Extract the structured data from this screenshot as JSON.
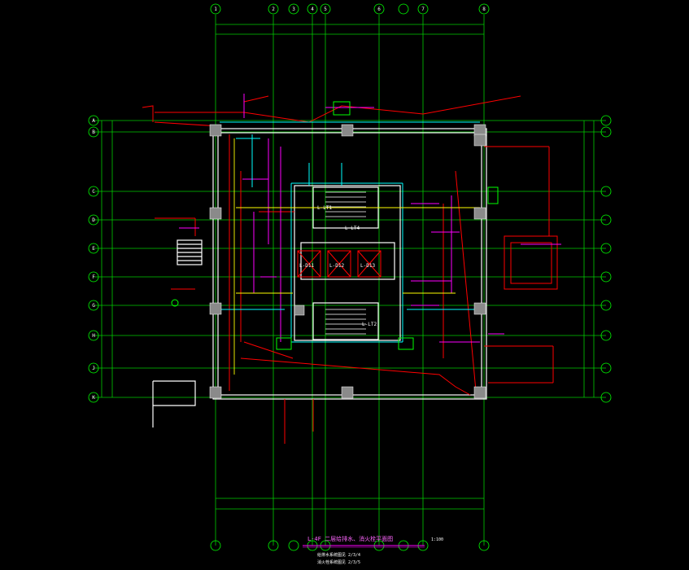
{
  "drawing": {
    "title": "L-4F 二层给排水、消火栓平面图",
    "scale": "1:100",
    "notes": [
      "给排水系统图见 2/3/4",
      "消火栓系统图见 2/3/5"
    ],
    "room_tags": [
      "L-D11",
      "L-D12",
      "L-D13",
      "L-LT1",
      "L-LT2",
      "L-LT4"
    ],
    "axis_top": [
      "1",
      "2",
      "3",
      "4",
      "5",
      "6",
      "7",
      "8"
    ],
    "axis_side": [
      "A",
      "B",
      "C",
      "D",
      "E",
      "F",
      "G",
      "H",
      "J",
      "K"
    ],
    "colors": {
      "background": "#000000",
      "grid": "#00ff00",
      "wall": "#ffffff",
      "pipe_red": "#ff0000",
      "pipe_magenta": "#ff00ff",
      "pipe_cyan": "#00ffff",
      "column": "#808080",
      "text": "#ffffff"
    }
  }
}
